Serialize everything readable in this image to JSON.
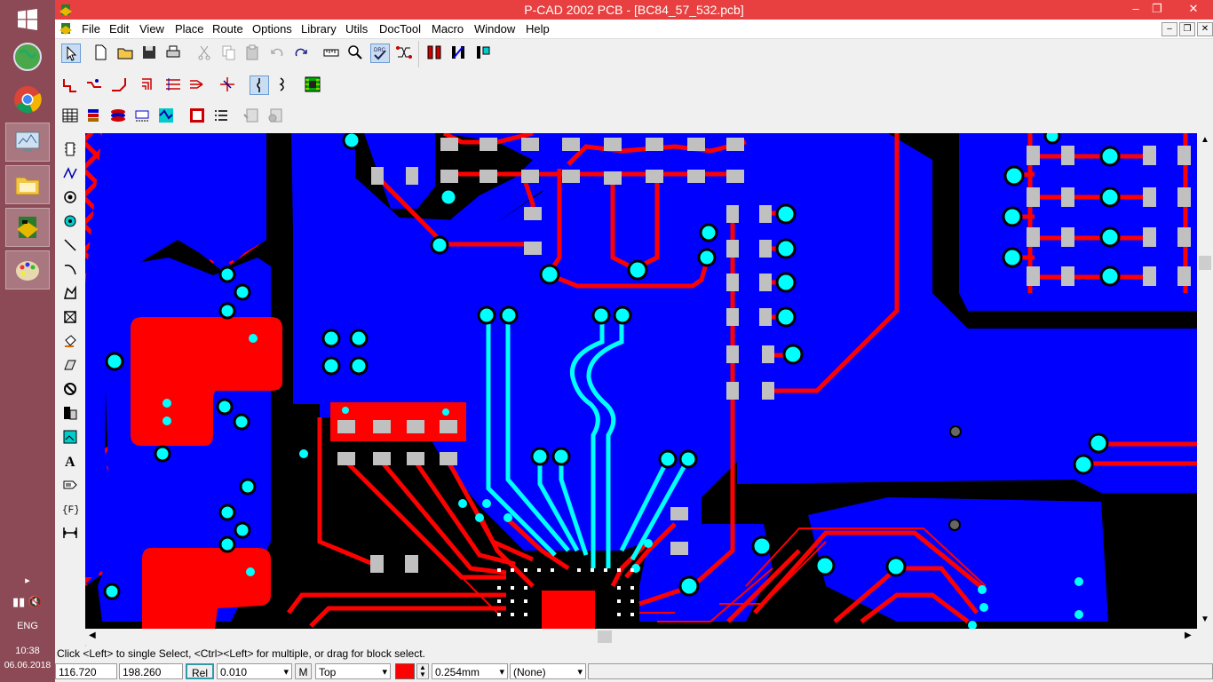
{
  "window": {
    "title": "P-CAD 2002 PCB - [BC84_57_532.pcb]"
  },
  "menu": [
    "File",
    "Edit",
    "View",
    "Place",
    "Route",
    "Options",
    "Library",
    "Utils",
    "DocTool",
    "Macro",
    "Window",
    "Help"
  ],
  "taskbar": {
    "lang": "ENG",
    "time": "10:38",
    "date": "06.06.2018"
  },
  "status": {
    "message": "Click <Left> to single Select, <Ctrl><Left> for multiple, or drag for block select.",
    "x": "116.720",
    "y": "198.260",
    "rel_label": "Rel",
    "grid": "0.010",
    "m_label": "M",
    "layer": "Top",
    "layer_color": "#ff0000",
    "width": "0.254mm",
    "style": "(None)"
  },
  "colors": {
    "board_blue": "#0000ff",
    "trace_red": "#ff0000",
    "trace_cyan": "#00ffff",
    "pad_gray": "#c0c0c0",
    "titlebar": "#e84040"
  }
}
